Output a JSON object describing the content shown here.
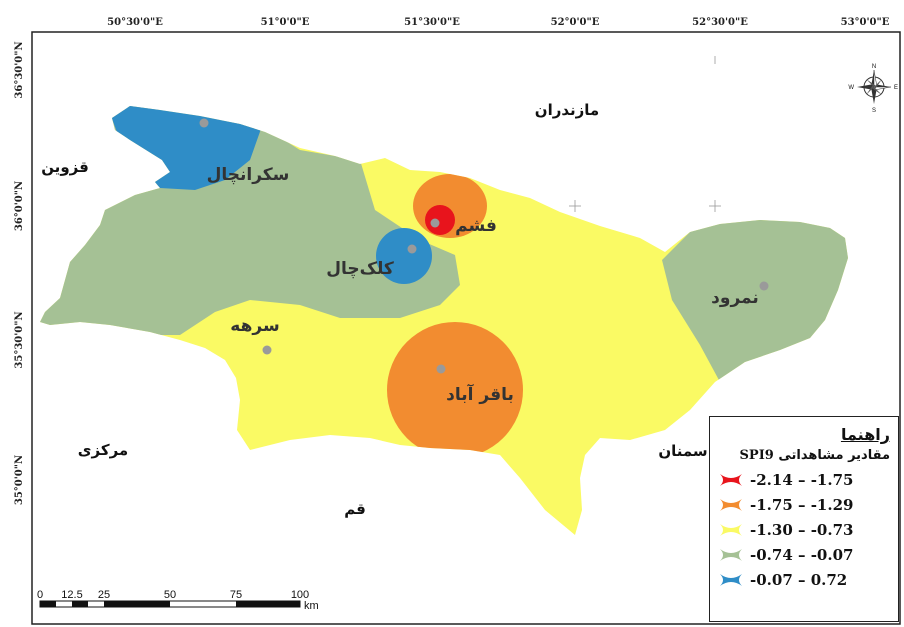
{
  "graticule": {
    "longitudes": [
      "50°30'0\"E",
      "51°0'0\"E",
      "51°30'0\"E",
      "52°0'0\"E",
      "52°30'0\"E",
      "53°0'0\"E"
    ],
    "latitudes": [
      "36°30'0\"N",
      "36°0'0\"N",
      "35°30'0\"N",
      "35°0'0\"N"
    ]
  },
  "neighbors": {
    "north": "مازندران",
    "west": "قزوین",
    "southwest": "مرکزی",
    "south": "قم",
    "east": "سمنان"
  },
  "stations": [
    {
      "name": "سکرانچال",
      "value_class": 5
    },
    {
      "name": "فشم",
      "value_class": 1
    },
    {
      "name": "کلک‌چال",
      "value_class": 5
    },
    {
      "name": "سرهه",
      "value_class": 3
    },
    {
      "name": "باقر آباد",
      "value_class": 2
    },
    {
      "name": "نمرود",
      "value_class": 4
    }
  ],
  "legend": {
    "title": "راهنما",
    "subtitle_text": "مقادیر مشاهداتی",
    "subtitle_index": "SPI9",
    "items": [
      {
        "range": "-2.14 – -1.75",
        "color": "#e8141c"
      },
      {
        "range": "-1.75 – -1.29",
        "color": "#f28c30"
      },
      {
        "range": "-1.30 – -0.73",
        "color": "#fafa64"
      },
      {
        "range": "-0.74 – -0.07",
        "color": "#a5c195"
      },
      {
        "range": "-0.07 – 0.72",
        "color": "#2f8dc7"
      }
    ]
  },
  "scale_bar": {
    "ticks": [
      "0",
      "12.5",
      "25",
      "50",
      "75",
      "100"
    ],
    "unit": "km"
  },
  "compass": {
    "north": "N",
    "south": "S",
    "east": "E",
    "west": "W"
  },
  "colors": {
    "class_1": "#e8141c",
    "class_2": "#f28c30",
    "class_3": "#fafa64",
    "class_4": "#a5c195",
    "class_5": "#2f8dc7",
    "station_dot": "#9a9a9a"
  }
}
